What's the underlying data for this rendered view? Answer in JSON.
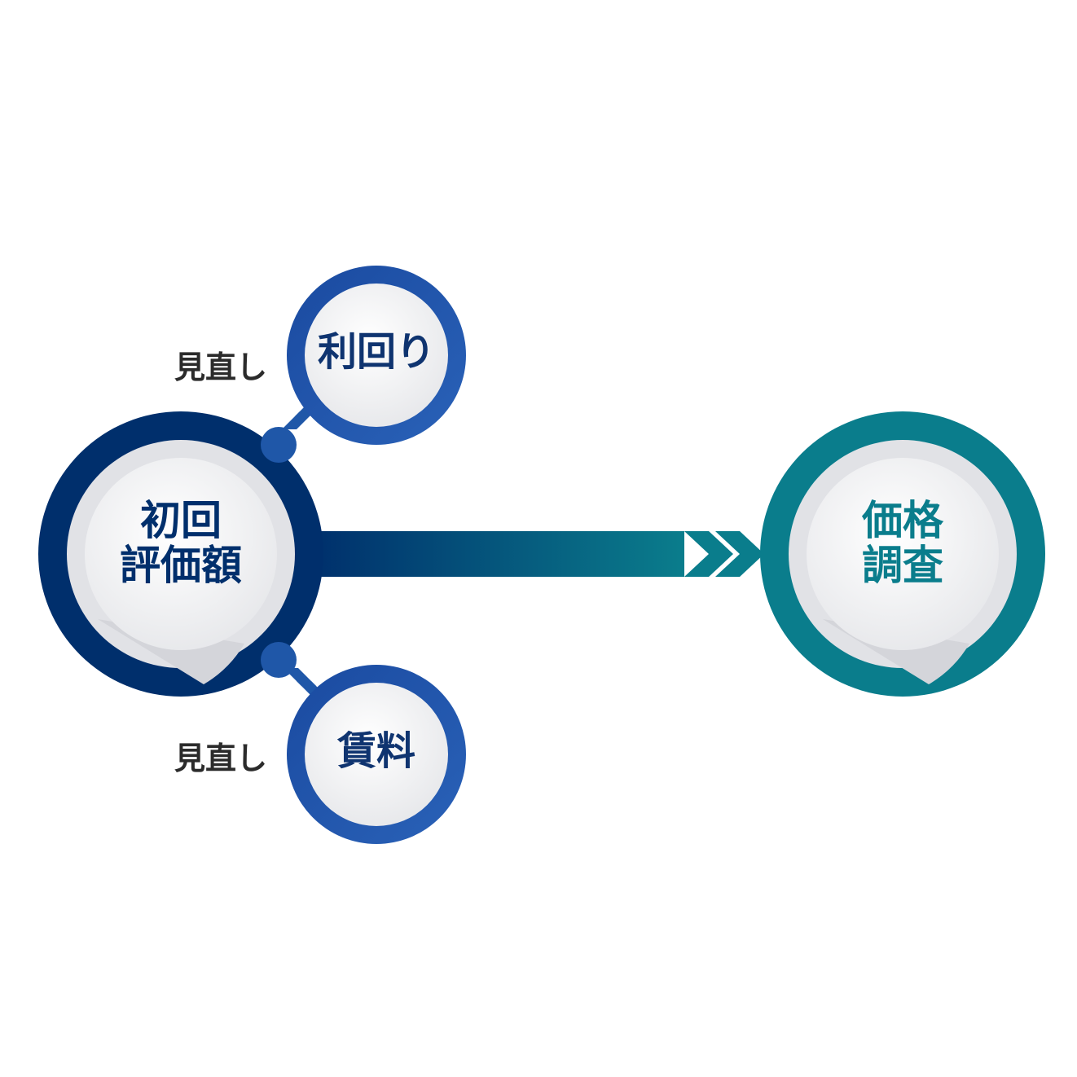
{
  "nodes": {
    "initial_assessment": {
      "line1": "初回",
      "line2": "評価額"
    },
    "yield": {
      "label": "利回り"
    },
    "rent": {
      "label": "賃料"
    },
    "price_survey": {
      "line1": "価格",
      "line2": "調査"
    }
  },
  "notes": {
    "yield_note": "見直し",
    "rent_note": "見直し"
  },
  "colors": {
    "navy": "#002f6c",
    "blue": "#1f57a8",
    "teal": "#0a7d8c",
    "inner": "#f2f2f4"
  }
}
